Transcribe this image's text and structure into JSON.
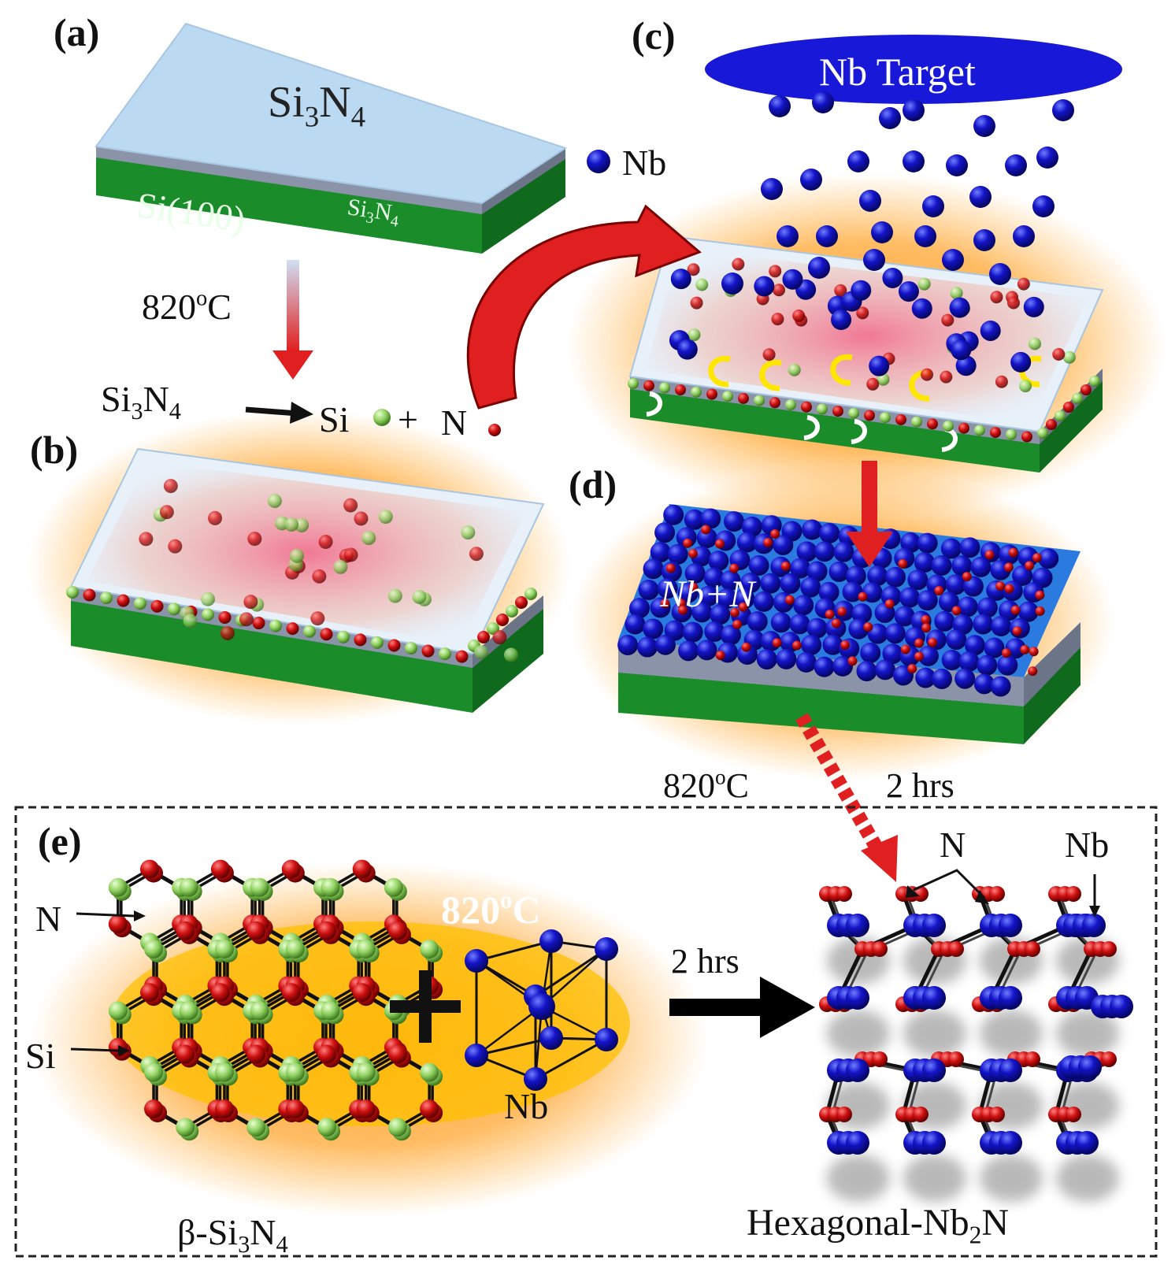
{
  "panels": {
    "a": {
      "label": "(a)",
      "wafer_top": "Si3N4",
      "wafer_base": "Si(100)",
      "wafer_layer": "Si3N4"
    },
    "anneal_step": {
      "temperature": "820oC"
    },
    "b": {
      "label": "(b)",
      "reaction": {
        "reactant": "Si3N4",
        "product_si": "Si",
        "plus": "+",
        "product_n": "N"
      }
    },
    "c": {
      "label": "(c)",
      "target": "Nb Target",
      "atom_legend": "Nb"
    },
    "d": {
      "label": "(d)",
      "film": "Nb+N"
    },
    "transition": {
      "temperature": "820oC",
      "time": "2 hrs"
    },
    "e": {
      "label": "(e)",
      "n_label": "N",
      "si_label": "Si",
      "structure_left": "β-Si3N4",
      "temperature": "820oC",
      "nb_label": "Nb",
      "time": "2 hrs",
      "product_n": "N",
      "product_nb": "Nb",
      "product": "Hexagonal-Nb2N"
    }
  },
  "colors": {
    "nitride_top": "#bcd9f2",
    "substrate": "#1a8c2a",
    "nb_atom": "#1010c0",
    "n_atom": "#cc1010",
    "si_atom": "#90d060",
    "arrow_red": "#e02020",
    "glow": "#ff9a20",
    "film_blue": "#2a7ae0",
    "text_white": "#ffffff"
  }
}
